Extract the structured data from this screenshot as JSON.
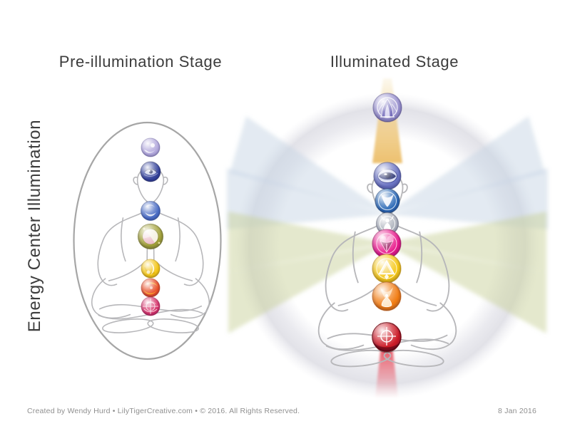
{
  "header": {
    "side_label": "Energy Center Illumination",
    "left_title": "Pre-illumination Stage",
    "right_title": "Illuminated Stage"
  },
  "footer": {
    "credit": "Created by Wendy Hurd • LilyTigerCreative.com • © 2016. All Rights Reserved.",
    "date": "8 Jan 2016"
  },
  "diagram": {
    "pre_stage": {
      "aura": {
        "shape": "ellipse-outline",
        "stroke_color": "#a6a6a6"
      },
      "figure_outline_color": "#b7b7ba",
      "chakras": [
        {
          "name": "crown",
          "color": "#b2a8dc"
        },
        {
          "name": "third-eye",
          "color": "#35439b"
        },
        {
          "name": "throat",
          "color": "#4a6cc4"
        },
        {
          "name": "heart",
          "color": "#a3a238"
        },
        {
          "name": "solar-plexus",
          "color": "#f3c515"
        },
        {
          "name": "sacral",
          "color": "#e84f28"
        },
        {
          "name": "root",
          "color": "#d6336a"
        }
      ]
    },
    "illuminated_stage": {
      "aura": {
        "shape": "circle-halo",
        "halo_color": "#e2e2e8"
      },
      "figure_outline_color": "#b7b7ba",
      "chakras": [
        {
          "name": "crown",
          "color": "#9a92cf"
        },
        {
          "name": "third-eye",
          "color": "#6a73c2"
        },
        {
          "name": "throat",
          "color": "#2f6cb8"
        },
        {
          "name": "higher-heart",
          "color": "#aeb3bd"
        },
        {
          "name": "heart",
          "color": "#e91a8c"
        },
        {
          "name": "solar-plexus",
          "color": "#f6c713"
        },
        {
          "name": "sacral",
          "color": "#f17c12"
        },
        {
          "name": "root",
          "color": "#cc1a26"
        }
      ],
      "beams": [
        {
          "name": "crown-beam",
          "color": "#ecbd68",
          "direction": "down-from-above-head"
        },
        {
          "name": "mind-rays",
          "color": "#c5d3e3",
          "direction": "upper-left-and-right"
        },
        {
          "name": "heart-rays",
          "color": "#cad19c",
          "direction": "lower-left-and-right"
        },
        {
          "name": "root-beam",
          "color": "#e23848",
          "direction": "straight-down"
        }
      ]
    }
  }
}
